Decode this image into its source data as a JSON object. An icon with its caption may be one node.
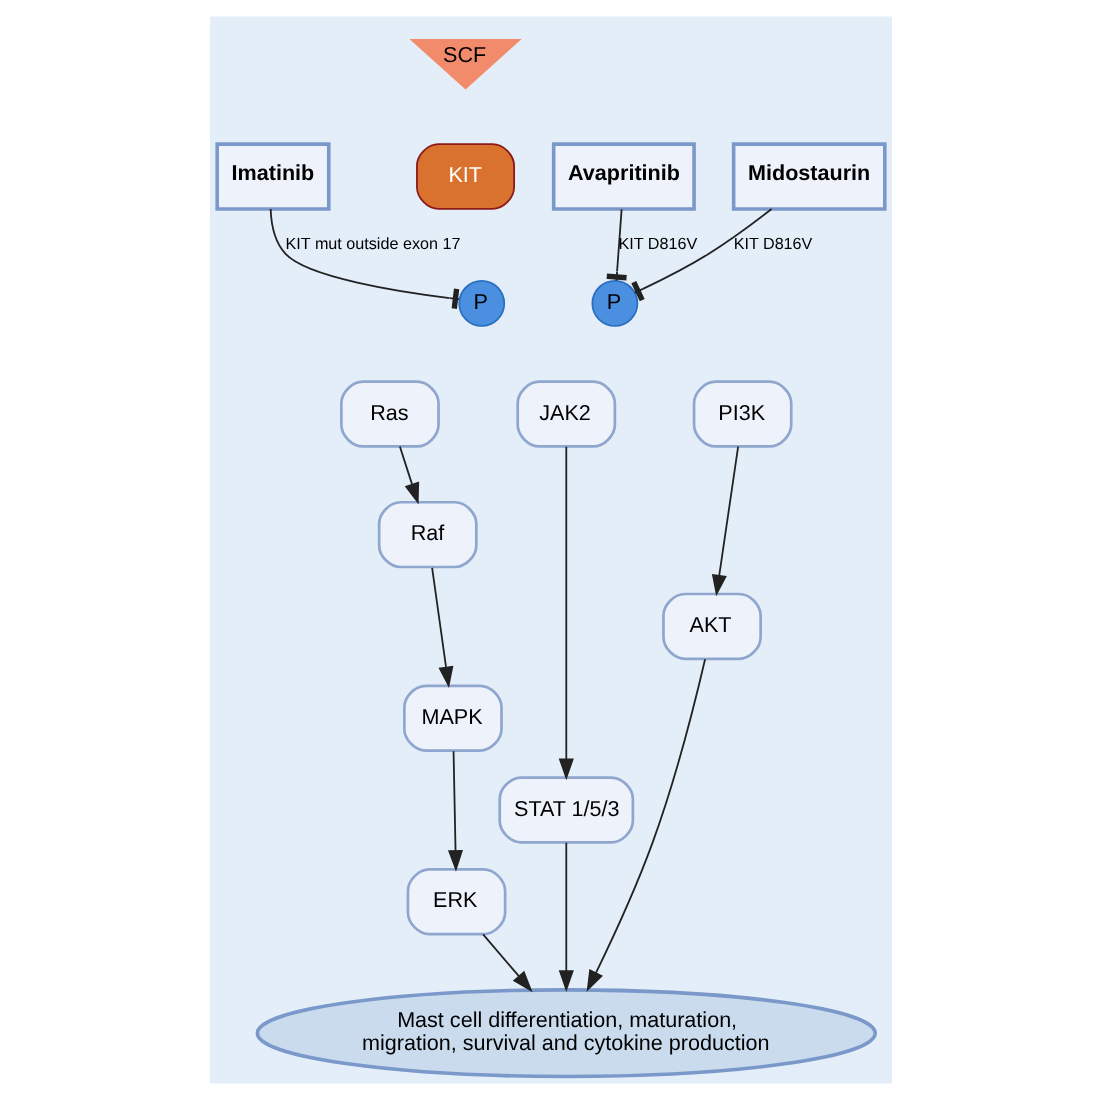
{
  "diagram": {
    "nodes": [
      {
        "text": [
          "Imatinib"
        ]
      },
      {
        "text": [
          "SCF"
        ]
      },
      {
        "text": [
          "Midostaurin"
        ]
      },
      {
        "text": [
          "KIT"
        ]
      },
      {
        "text": [
          "Avapritinib"
        ]
      },
      {
        "text": [
          "P"
        ]
      },
      {
        "text": [
          "P"
        ]
      },
      {
        "text": [
          "Ras"
        ]
      },
      {
        "text": [
          "PI3K"
        ]
      },
      {
        "text": [
          "JAK2"
        ]
      },
      {
        "text": [
          "Raf"
        ]
      },
      {
        "text": [
          "AKT"
        ]
      },
      {
        "text": [
          "MAPK"
        ]
      },
      {
        "text": [
          "STAT 1/5/3"
        ]
      },
      {
        "text": [
          "ERK"
        ]
      },
      {
        "text": [
          "Mast cell differentiation, maturation, migration, survival and cytokine production"
        ]
      }
    ],
    "edges": [
      {
        "from": 0,
        "to": 5,
        "arrow": "other",
        "label": "KIT mut outside exon 17"
      },
      {
        "from": 2,
        "to": 6,
        "arrow": "other",
        "label": "KIT D816V"
      },
      {
        "from": 4,
        "to": 6,
        "arrow": "other",
        "label": "KIT D816V"
      },
      {
        "from": 7,
        "to": 10,
        "arrow": "to"
      },
      {
        "from": 10,
        "to": 12,
        "arrow": "to"
      },
      {
        "from": 12,
        "to": 14,
        "arrow": "to"
      },
      {
        "from": 14,
        "to": 15,
        "arrow": "to"
      },
      {
        "from": 9,
        "to": 13,
        "arrow": "to"
      },
      {
        "from": 13,
        "to": 15,
        "arrow": "to"
      },
      {
        "from": 8,
        "to": 11,
        "arrow": "to"
      },
      {
        "from": 11,
        "to": 15,
        "arrow": "to"
      }
    ]
  }
}
